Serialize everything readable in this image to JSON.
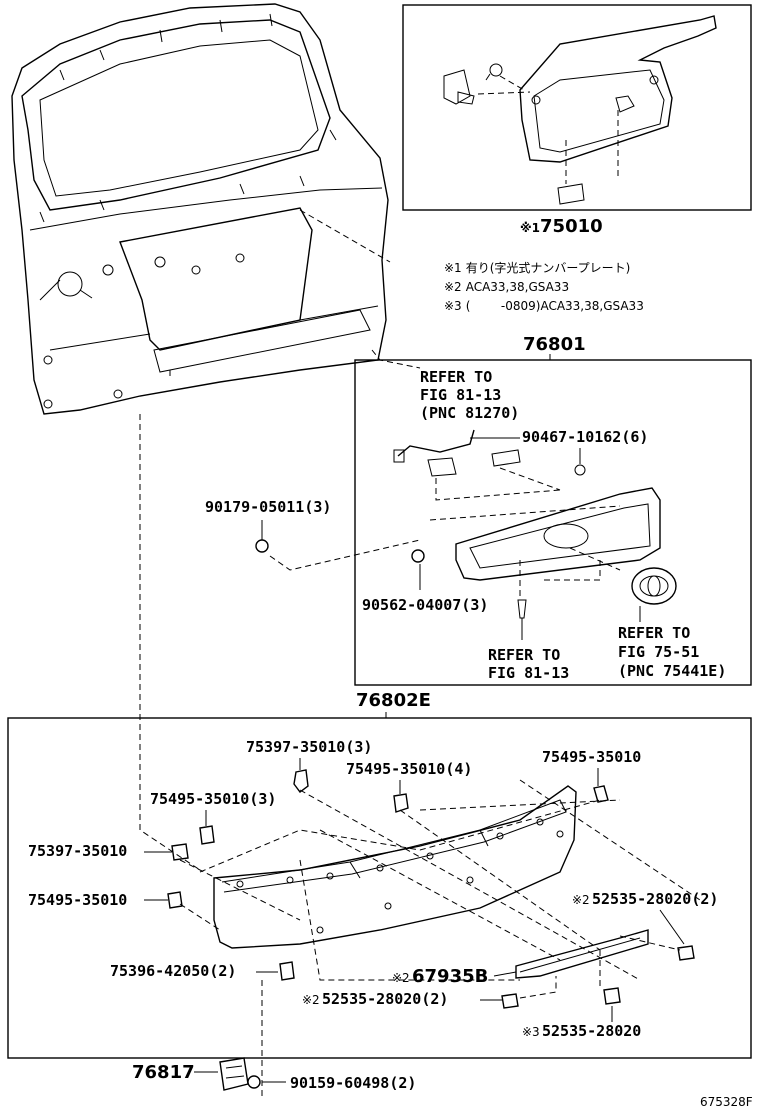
{
  "diagram": {
    "kit_75010": {
      "mark": "※1",
      "number": "75010"
    },
    "notes": [
      {
        "mark": "※1",
        "text": "有り(字光式ナンバープレート)"
      },
      {
        "mark": "※2",
        "text": "ACA33,38,GSA33"
      },
      {
        "mark": "※3",
        "text": "(        -0809)ACA33,38,GSA33"
      }
    ],
    "assy_76801": "76801",
    "refer_81270": [
      "REFER TO",
      "FIG 81-13",
      "(PNC 81270)"
    ],
    "p_90467": "90467-10162(6)",
    "p_90179": "90179-05011(3)",
    "p_90562": "90562-04007(3)",
    "refer_8113": [
      "REFER TO",
      "FIG 81-13"
    ],
    "refer_75441": [
      "REFER TO",
      "FIG 75-51",
      "(PNC 75441E)"
    ],
    "assy_76802": "76802E",
    "p_75397_3": "75397-35010(3)",
    "p_75495_4": "75495-35010(4)",
    "p_75495_top": "75495-35010",
    "p_75495_3": "75495-35010(3)",
    "p_75397": "75397-35010",
    "p_75495_left": "75495-35010",
    "p_52535_right": {
      "mark": "※2",
      "number": "52535-28020(2)"
    },
    "p_75396": "75396-42050(2)",
    "p_67935": {
      "mark": "※2",
      "number": "67935B"
    },
    "p_52535_mid": {
      "mark": "※2",
      "number": "52535-28020(2)"
    },
    "p_52535_low": {
      "mark": "※3",
      "number": "52535-28020"
    },
    "p_76817": "76817",
    "p_90159": "90159-60498(2)",
    "figure_id": "675328F"
  }
}
